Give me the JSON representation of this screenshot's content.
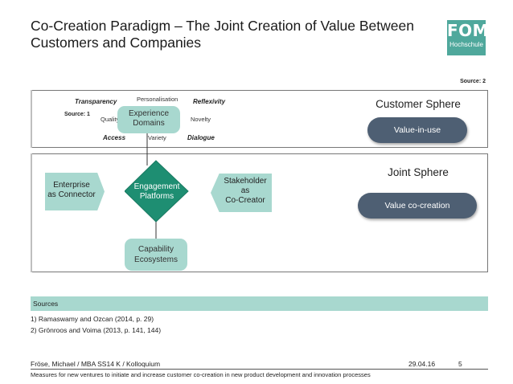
{
  "header": {
    "title_line1": "Co-Creation Paradigm – The Joint Creation of Value Between",
    "title_line2": "Customers and Companies",
    "logo_main": "FOM",
    "logo_sub": "Hochschule"
  },
  "diagram": {
    "source2_label": "Source: 2",
    "source1_label": "Source: 1",
    "transparency": "Transparency",
    "personalisation": "Personalisation",
    "reflexivity": "Reflexivity",
    "quality": "Quality",
    "novelty": "Novelty",
    "access": "Access",
    "variety": "Variety",
    "dialogue": "Dialogue",
    "experience_line1": "Experience",
    "experience_line2": "Domains",
    "customer_sphere": "Customer Sphere",
    "value_in_use": "Value-in-use",
    "joint_sphere": "Joint Sphere",
    "value_co_creation": "Value co-creation",
    "enterprise_line1": "Enterprise",
    "enterprise_line2": "as Connector",
    "engagement_line1": "Engagement",
    "engagement_line2": "Platforms",
    "stakeholder_line1": "Stakeholder",
    "stakeholder_line2": "as",
    "stakeholder_line3": "Co-Creator",
    "capability_line1": "Capability",
    "capability_line2": "Ecosystems",
    "colors": {
      "teal": "#4fa89c",
      "teal_light": "#a8d8cf",
      "diamond": "#1e8e72",
      "pill": "#4e5f73"
    }
  },
  "sources": {
    "heading": "Sources",
    "items": [
      "1)  Ramaswamy and Ozcan (2014, p. 29)",
      "2)  Grönroos and Voima (2013, p. 141, 144)"
    ]
  },
  "footer": {
    "author": "Fröse, Michael / MBA SS14 K / Kolloquium",
    "date": "29.04.16",
    "page": "5",
    "subtitle": "Measures for new ventures to initiate and increase customer co-creation in new product development and innovation processes"
  }
}
